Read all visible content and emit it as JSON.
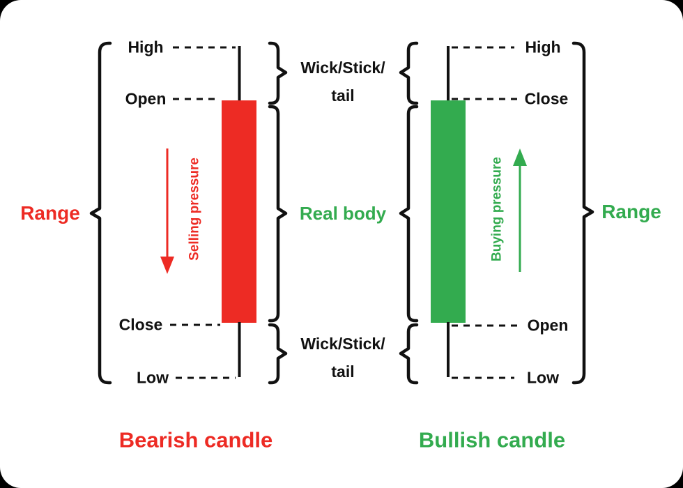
{
  "colors": {
    "bearish": "#ED2B24",
    "bullish": "#33AB4F",
    "ink": "#111111",
    "background": "#FFFFFF"
  },
  "bearish": {
    "title": "Bearish candle",
    "range_label": "Range",
    "pressure_label": "Selling pressure",
    "levels": {
      "high": "High",
      "open": "Open",
      "close": "Close",
      "low": "Low"
    }
  },
  "bullish": {
    "title": "Bullish candle",
    "range_label": "Range",
    "pressure_label": "Buying pressure",
    "levels": {
      "high": "High",
      "close": "Close",
      "open": "Open",
      "low": "Low"
    }
  },
  "annotations": {
    "wick_top_line1": "Wick/Stick/",
    "wick_top_line2": "tail",
    "real_body": "Real body",
    "wick_bottom_line1": "Wick/Stick/",
    "wick_bottom_line2": "tail"
  }
}
